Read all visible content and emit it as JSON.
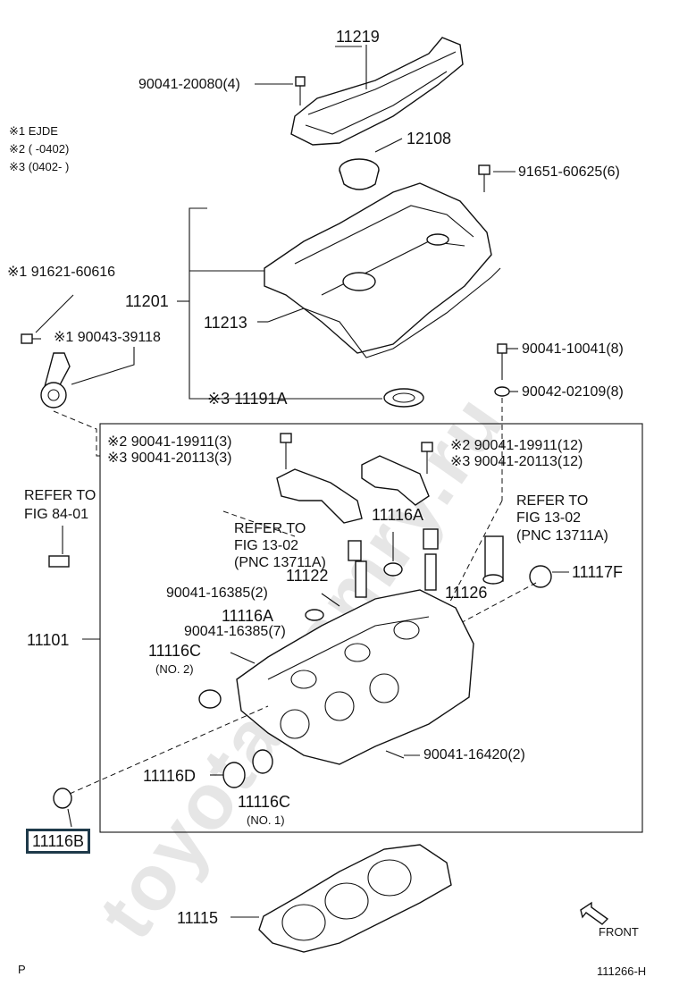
{
  "watermark": "toyota-camry.ru",
  "notes": [
    {
      "mark": "※1",
      "text": "EJDE"
    },
    {
      "mark": "※2",
      "text": "(        -0402)"
    },
    {
      "mark": "※3",
      "text": "(0402-        )"
    }
  ],
  "labels": {
    "p11219": "11219",
    "p90041_20080": "90041-20080(4)",
    "p12108": "12108",
    "p91651": "91651-60625(6)",
    "p91621": "※1 91621-60616",
    "p90043": "※1 90043-39118",
    "p11201": "11201",
    "p11213": "11213",
    "p11191a": "※3 11191A",
    "p90041_10041": "90041-10041(8)",
    "p90042": "90042-02109(8)",
    "p19911_3": "※2 90041-19911(3)",
    "p20113_3": "※3 90041-20113(3)",
    "p19911_12": "※2 90041-19911(12)",
    "p20113_12": "※3 90041-20113(12)",
    "refer84_1": "REFER TO",
    "refer84_2": "FIG 84-01",
    "refer13a_1": "REFER TO",
    "refer13a_2": "FIG 13-02",
    "refer13a_3": "(PNC 13711A)",
    "refer13b_1": "REFER TO",
    "refer13b_2": "FIG 13-02",
    "refer13b_3": "(PNC 13711A)",
    "p11116a_top": "11116A",
    "p11122": "11122",
    "p11126": "11126",
    "p11117f": "11117F",
    "p16385_2": "90041-16385(2)",
    "p11116a_mid": "11116A",
    "p16385_7": "90041-16385(7)",
    "p11101": "11101",
    "p11116c_a": "11116C",
    "no2": "(NO. 2)",
    "p16420": "90041-16420(2)",
    "p11116d": "11116D",
    "p11116c_b": "11116C",
    "no1": "(NO. 1)",
    "p11116b": "11116B",
    "p11115": "11115",
    "front": "FRONT",
    "page_mark": "P",
    "fig_code": "111266-H"
  }
}
